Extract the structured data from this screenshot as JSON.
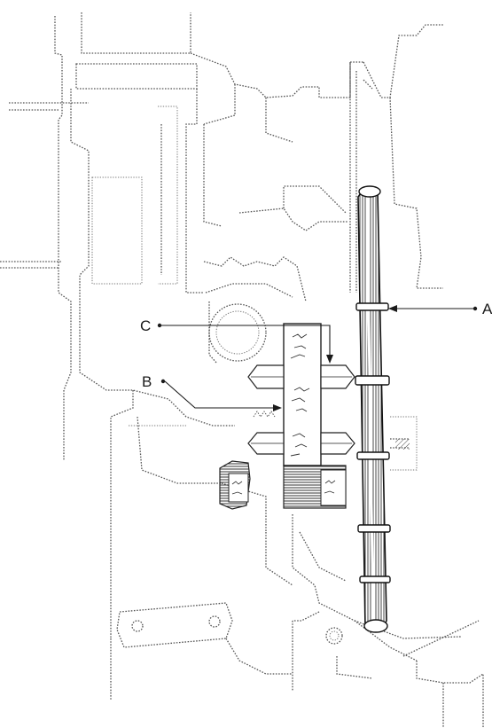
{
  "callouts": [
    {
      "id": "A",
      "label": "A"
    },
    {
      "id": "B",
      "label": "B"
    },
    {
      "id": "C",
      "label": "C"
    }
  ],
  "colors": {
    "ink": "#1a1a1a",
    "casting_outline": "#555555",
    "paper": "#ffffff"
  }
}
